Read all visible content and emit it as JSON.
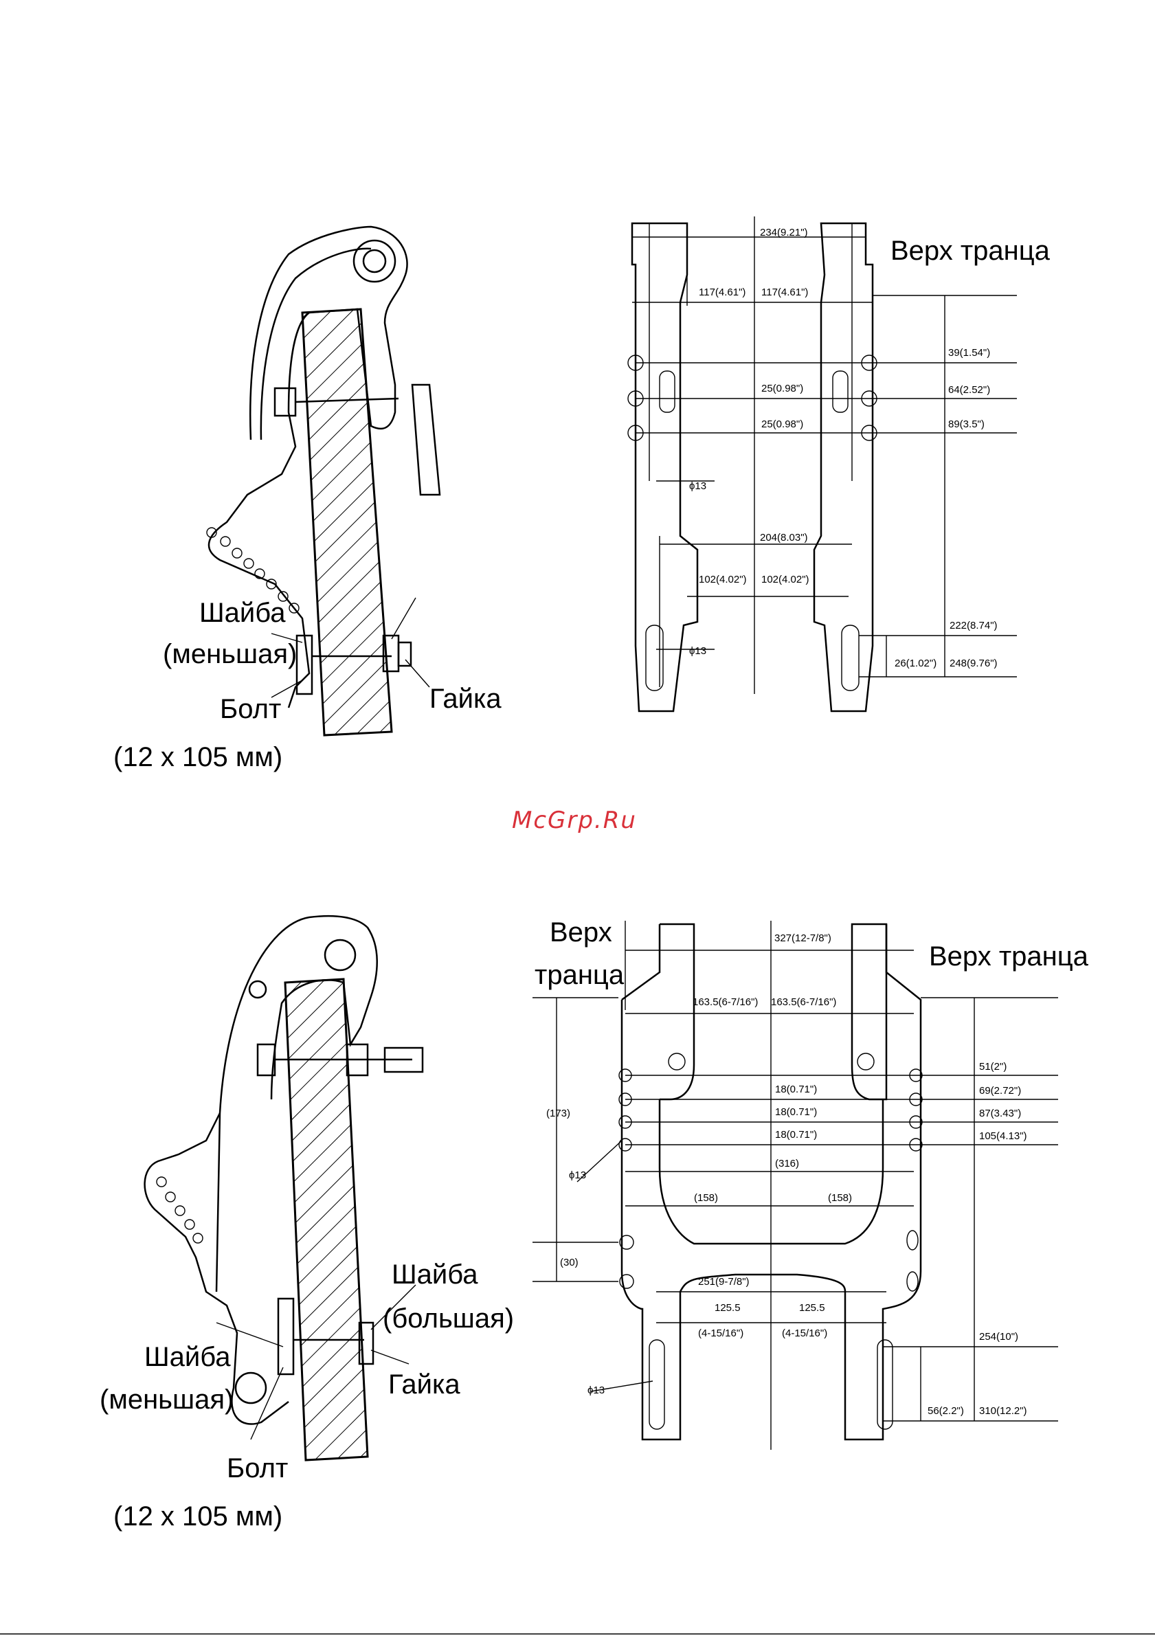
{
  "watermark": "McGrp.Ru",
  "upper_side": {
    "washer": "Шайба",
    "washer_size": "(меньшая)",
    "bolt": "Болт",
    "bolt_size": "(12 x 105 мм)",
    "nut": "Гайка"
  },
  "upper_plan": {
    "transom_top": "Верх транца",
    "dims": {
      "top_width": "234(9.21\")",
      "half_left": "117(4.61\")",
      "half_right": "117(4.61\")",
      "d39": "39(1.54\")",
      "d64": "64(2.52\")",
      "d89": "89(3.5\")",
      "p25a": "25(0.98\")",
      "p25b": "25(0.98\")",
      "hole1": "ϕ13",
      "lower_width": "204(8.03\")",
      "lower_half_left": "102(4.02\")",
      "lower_half_right": "102(4.02\")",
      "hole2": "ϕ13",
      "d222": "222(8.74\")",
      "d26": "26(1.02\")",
      "d248": "248(9.76\")"
    }
  },
  "lower_side": {
    "washer_big": "Шайба",
    "washer_big_size": "(большая)",
    "washer_small": "Шайба",
    "washer_small_size": "(меньшая)",
    "bolt": "Болт",
    "bolt_size": "(12 x 105 мм)",
    "nut": "Гайка"
  },
  "lower_plan": {
    "transom_top_left_1": "Верх",
    "transom_top_left_2": "транца",
    "transom_top_right": "Верх транца",
    "dims": {
      "top_width": "327(12-7/8\")",
      "half_left": "163.5(6-7/16\")",
      "half_right": "163.5(6-7/16\")",
      "d51": "51(2\")",
      "d69": "69(2.72\")",
      "d87": "87(3.43\")",
      "d105": "105(4.13\")",
      "p18a": "18(0.71\")",
      "p18b": "18(0.71\")",
      "p18c": "18(0.71\")",
      "d173": "(173)",
      "hole1": "ϕ13",
      "d316": "(316)",
      "d158a": "(158)",
      "d158b": "(158)",
      "d30": "(30)",
      "lower_width": "251(9-7/8\")",
      "lh_left": "125.5",
      "lh_left_in": "(4-15/16\")",
      "lh_right": "125.5",
      "lh_right_in": "(4-15/16\")",
      "hole2": "ϕ13",
      "d254": "254(10\")",
      "d56": "56(2.2\")",
      "d310": "310(12.2\")"
    }
  }
}
